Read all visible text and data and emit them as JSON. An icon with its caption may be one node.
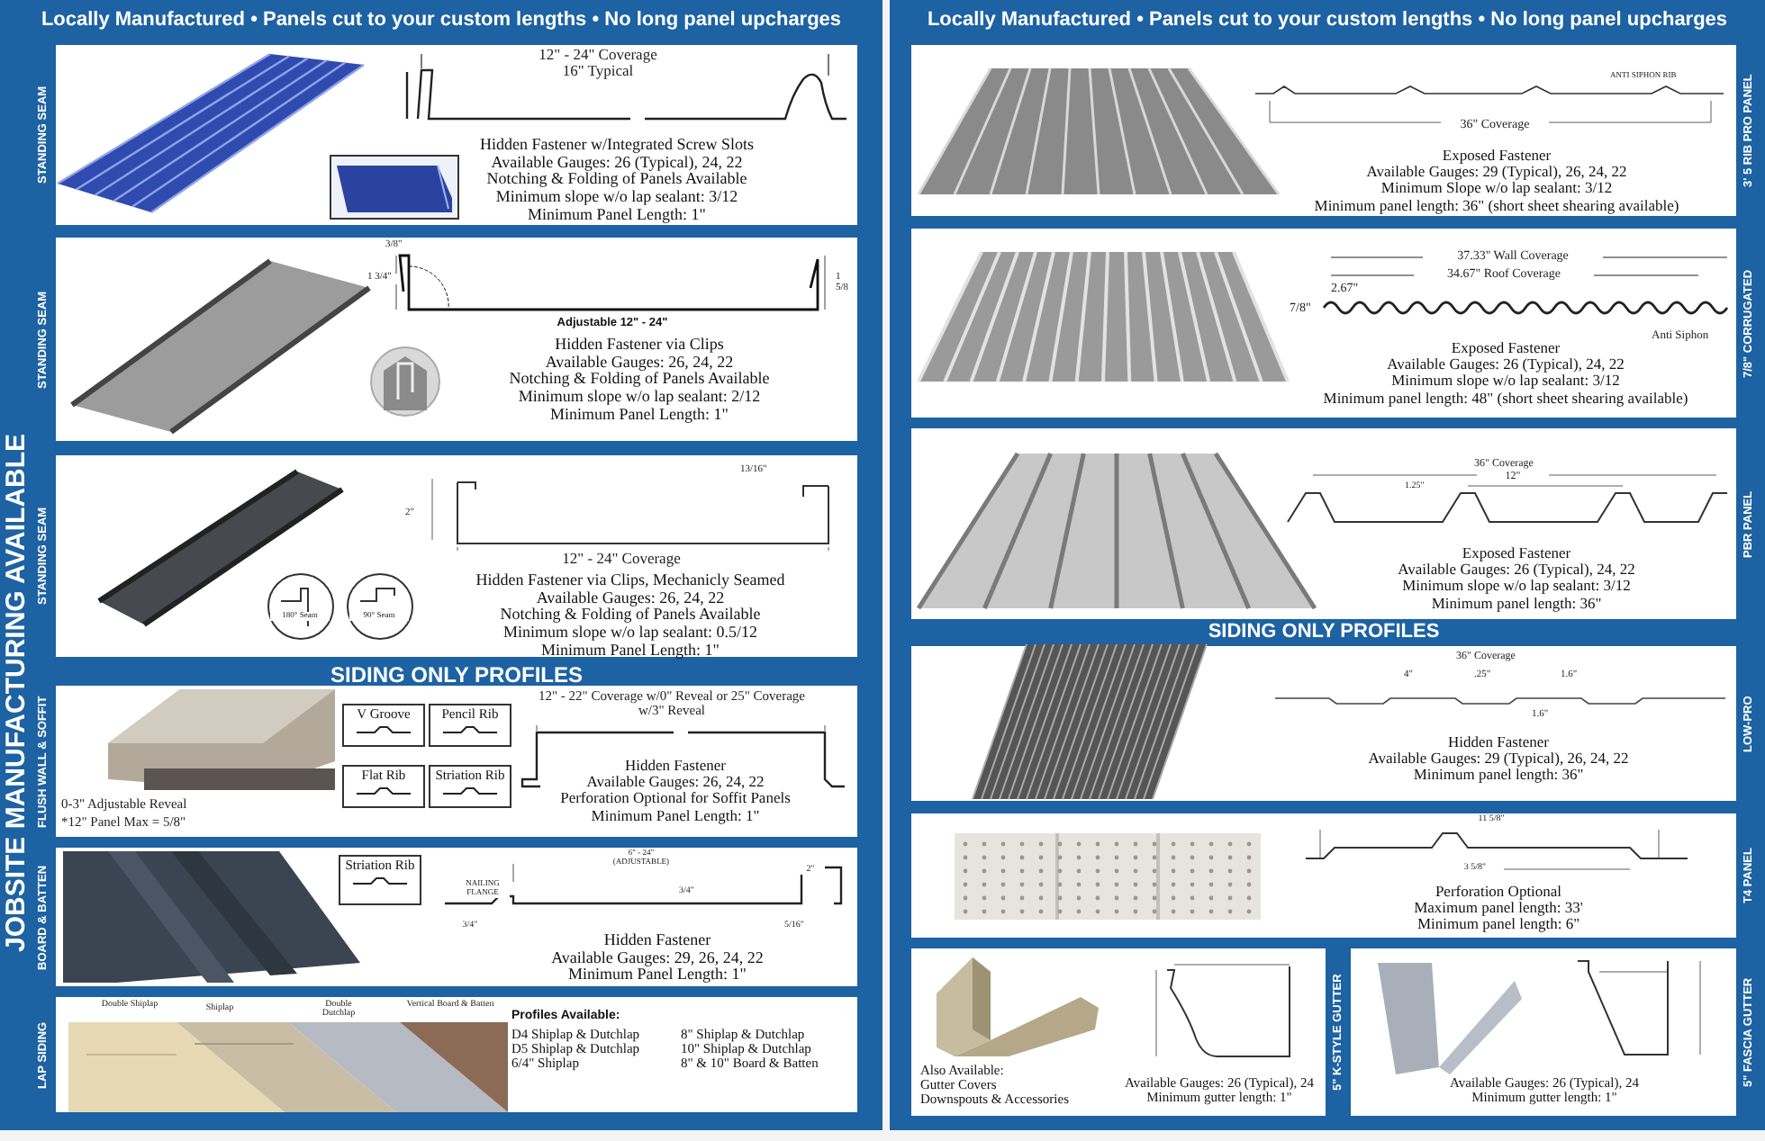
{
  "diagram": {
    "nodes": [
      {
        "text": [
          "STANDING SEAM",
          "12\" - 24\" Coverage",
          "16\" Typical",
          "Hidden Fastener w/Integrated Screw Slots",
          "Available Gauges: 26 (Typical), 24, 22",
          "Notching & Folding of Panels Available",
          "Minimum slope w/o lap sealant: 3/12",
          "Minimum Panel Length: 1\""
        ]
      },
      {
        "text": [
          "STANDING SEAM",
          "3/8\"",
          "1 3/4\"",
          "1 5/8",
          "Adjustable 12\" - 24\"",
          "Hidden Fastener via Clips",
          "Available Gauges: 26, 24, 22",
          "Notching & Folding of Panels Available",
          "Minimum slope w/o lap sealant: 2/12",
          "Minimum Panel Length: 1\""
        ]
      },
      {
        "text": [
          "STANDING SEAM",
          "13/16\"",
          "2\"",
          "12\" - 24\" Coverage",
          "180° Seam",
          "90° Seam",
          "Hidden Fastener via Clips, Mechanicly Seamed",
          "Available Gauges: 26, 24, 22",
          "Notching & Folding of Panels Available",
          "Minimum slope w/o lap sealant: 0.5/12",
          "Minimum Panel Length: 1\""
        ]
      },
      {
        "text": [
          "FLUSH WALL & SOFFIT",
          "0-3\" Adjustable Reveal",
          "*12\" Panel Max = 5/8\"",
          "12\" - 22\" Coverage w/0\" Reveal or 25\" Coverage w/3\" Reveal",
          "Hidden Fastener",
          "Available Gauges: 26, 24, 22",
          "Perforation Optional for Soffit Panels",
          "Minimum Panel Length: 1\""
        ]
      },
      {
        "text": [
          "V Groove"
        ],
        "in": 3
      },
      {
        "text": [
          "Pencil Rib"
        ],
        "in": 3
      },
      {
        "text": [
          "Flat Rib"
        ],
        "in": 3
      },
      {
        "text": [
          "Striation Rib"
        ],
        "in": 3
      },
      {
        "text": [
          "BOARD & BATTEN",
          "6\" - 24\" (ADJUSTABLE)",
          "NAILING FLANGE",
          "3/4\"",
          "2\"",
          "3/4\"",
          "5/16\"",
          "Hidden Fastener",
          "Available Gauges: 29, 26, 24, 22",
          "Minimum Panel Length: 1\""
        ]
      },
      {
        "text": [
          "Striation Rib"
        ],
        "in": 8
      },
      {
        "text": [
          "LAP SIDING",
          "Double Shiplap",
          "Shiplap",
          "Double Dutchlap",
          "Vertical Board & Batten",
          "Profiles Available:",
          "D4 Shiplap & Dutchlap",
          "D5 Shiplap & Dutchlap",
          "6/4\" Shiplap",
          "8\" Shiplap & Dutchlap",
          "10\" Shiplap & Dutchlap",
          "8\" & 10\" Board & Batten"
        ]
      },
      {
        "text": [
          "3' 5 RIB PRO PANEL",
          "ANTI SIPHON RIB",
          "36\" Coverage",
          "Exposed Fastener",
          "Available Gauges: 29 (Typical), 26, 24, 22",
          "Minimum Slope w/o lap sealant: 3/12",
          "Minimum panel length: 36\" (short sheet shearing available)"
        ]
      },
      {
        "text": [
          "7/8\" CORRUGATED",
          "37.33\" Wall Coverage",
          "34.67\" Roof Coverage",
          "2.67\"",
          "7/8\"",
          "Anti Siphon",
          "Exposed Fastener",
          "Available Gauges: 26 (Typical), 24, 22",
          "Minimum slope w/o lap sealant: 3/12",
          "Minimum panel length: 48\" (short sheet shearing available)"
        ]
      },
      {
        "text": [
          "PBR PANEL",
          "36\" Coverage",
          "12\"",
          "1.25\"",
          "Exposed Fastener",
          "Available Gauges: 26 (Typical), 24, 22",
          "Minimum slope w/o lap sealant: 3/12",
          "Minimum panel length: 36\""
        ]
      },
      {
        "text": [
          "LOW-PRO",
          "36\" Coverage",
          "4\"",
          ".25\"",
          "1.6\"",
          "1.6\"",
          "Hidden Fastener",
          "Available Gauges: 29 (Typical), 26, 24, 22",
          "Minimum panel length: 36\""
        ]
      },
      {
        "text": [
          "T4 PANEL",
          "11 5/8\"",
          "3 5/8\"",
          "Perforation Optional",
          "Maximum panel length: 33'",
          "Minimum panel length: 6\""
        ]
      },
      {
        "text": [
          "5\" K-STYLE GUTTER",
          "Also Available:",
          "Gutter Covers",
          "Downspouts & Accessories",
          "Available Gauges: 26 (Typical), 24",
          "Minimum gutter length: 1\""
        ]
      },
      {
        "text": [
          "5\" FASCIA GUTTER",
          "Available Gauges: 26 (Typical), 24",
          "Minimum gutter length: 1\""
        ]
      }
    ],
    "labels": [
      "Locally Manufactured • Panels cut to your custom lengths • No long panel upcharges",
      "JOBSITE MANUFACTURING AVAILABLE",
      "SIDING ONLY PROFILES",
      "Locally Manufactured • Panels cut to your custom lengths • No long panel upcharges",
      "SIDING ONLY PROFILES"
    ]
  }
}
